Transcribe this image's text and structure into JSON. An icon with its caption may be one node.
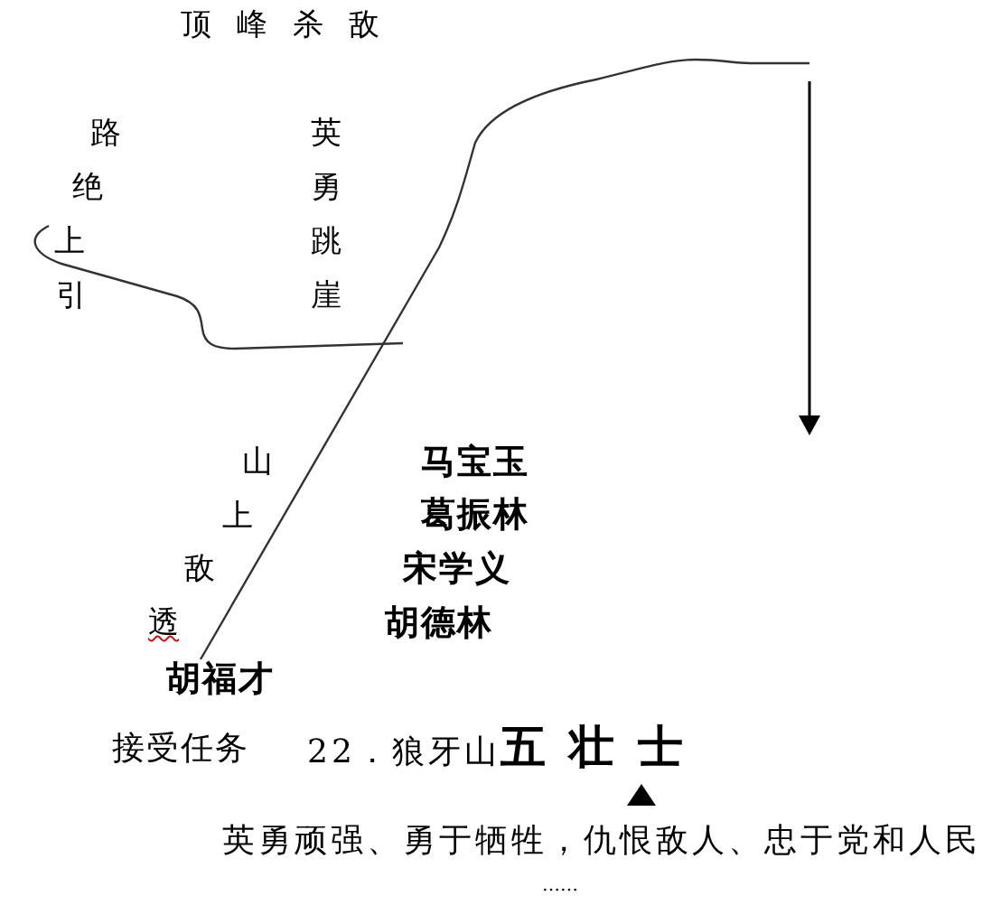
{
  "diagram": {
    "title": "22．狼牙山**五壮士**",
    "labels": [
      "顶峰杀敌",
      "路绝上引",
      "英勇跳崖",
      "山上敌透",
      "马宝玉",
      "葛振林",
      "宋学义",
      "胡德林",
      "胡福才",
      "接受任务",
      "英勇顽强、勇于牺牲，仇恨敌人、忠于党和人民",
      "……"
    ]
  }
}
